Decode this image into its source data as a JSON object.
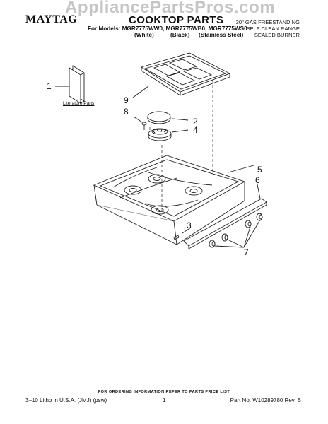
{
  "header": {
    "brand": "MAYTAG",
    "watermark": "AppliancePartsPros.com",
    "title": "COOKTOP PARTS",
    "models_line": "For Models: MGR7775WW0, MGR7775WB0, MGR7775WS0",
    "variants": [
      "(White)",
      "(Black)",
      "(Stainless Steel)"
    ],
    "range_lines": [
      "30\" GAS FREESTANDING",
      "SELF CLEAN RANGE",
      "SEALED BURNER"
    ]
  },
  "diagram": {
    "literature_label": "Literature Parts",
    "callouts": [
      "1",
      "2",
      "3",
      "4",
      "5",
      "6",
      "7",
      "8",
      "9"
    ]
  },
  "footer": {
    "ordering_note": "FOR ORDERING INFORMATION REFER TO PARTS PRICE LIST",
    "left": "3–10 Litho in U.S.A. (JMJ) (psw)",
    "page": "1",
    "part_no": "Part No. W10289780 Rev. B"
  }
}
